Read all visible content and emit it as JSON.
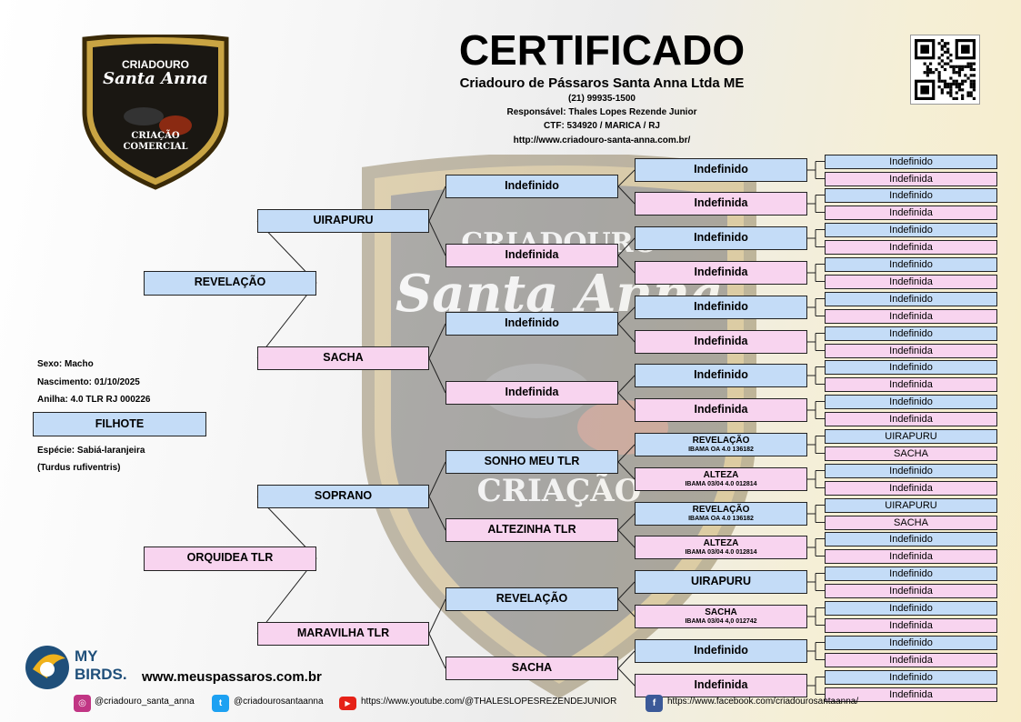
{
  "header": {
    "title": "CERTIFICADO",
    "company": "Criadouro de Pássaros Santa Anna Ltda ME",
    "phone": "(21) 99935-1500",
    "responsible": "Responsável: Thales Lopes Rezende Junior",
    "ctf": "CTF: 534920 / MARICA / RJ",
    "url": "http://www.criadouro-santa-anna.com.br/"
  },
  "logo": {
    "line1": "CRIADOURO",
    "line2": "Santa Anna",
    "line3": "CRIAÇÃO",
    "line4": "COMERCIAL"
  },
  "watermark": {
    "line1": "CRIADOURO",
    "line2": "Santa Anna",
    "line3": "CRIAÇÃO"
  },
  "bird": {
    "sexo": "Sexo: Macho",
    "nascimento": "Nascimento: 01/10/2025",
    "anilha": "Anilha: 4.0 TLR RJ 000226",
    "name": "FILHOTE",
    "especie": "Espécie: Sabiá-laranjeira",
    "cientifico": "(Turdus rufiventris)"
  },
  "pedigree": {
    "gen1": [
      "REVELAÇÃO",
      "ORQUIDEA TLR"
    ],
    "gen2": [
      "UIRAPURU",
      "SACHA",
      "SOPRANO",
      "MARAVILHA TLR"
    ],
    "gen3": [
      "Indefinido",
      "Indefinida",
      "Indefinido",
      "Indefinida",
      "SONHO MEU TLR",
      "ALTEZINHA TLR",
      "REVELAÇÃO",
      "SACHA"
    ],
    "gen4": [
      {
        "name": "Indefinido",
        "reg": ""
      },
      {
        "name": "Indefinida",
        "reg": ""
      },
      {
        "name": "Indefinido",
        "reg": ""
      },
      {
        "name": "Indefinida",
        "reg": ""
      },
      {
        "name": "Indefinido",
        "reg": ""
      },
      {
        "name": "Indefinida",
        "reg": ""
      },
      {
        "name": "Indefinido",
        "reg": ""
      },
      {
        "name": "Indefinida",
        "reg": ""
      },
      {
        "name": "REVELAÇÃO",
        "reg": "IBAMA OA 4.0 136182"
      },
      {
        "name": "ALTEZA",
        "reg": "IBAMA 03/04 4.0 012814"
      },
      {
        "name": "REVELAÇÃO",
        "reg": "IBAMA OA 4.0 136182"
      },
      {
        "name": "ALTEZA",
        "reg": "IBAMA 03/04 4.0 012814"
      },
      {
        "name": "UIRAPURU",
        "reg": ""
      },
      {
        "name": "SACHA",
        "reg": "IBAMA 03/04 4,0 012742"
      },
      {
        "name": "Indefinido",
        "reg": ""
      },
      {
        "name": "Indefinida",
        "reg": ""
      }
    ],
    "gen5": [
      "Indefinido",
      "Indefinida",
      "Indefinido",
      "Indefinida",
      "Indefinido",
      "Indefinida",
      "Indefinido",
      "Indefinida",
      "Indefinido",
      "Indefinida",
      "Indefinido",
      "Indefinida",
      "Indefinido",
      "Indefinida",
      "Indefinido",
      "Indefinida",
      "UIRAPURU",
      "SACHA",
      "Indefinido",
      "Indefinida",
      "UIRAPURU",
      "SACHA",
      "Indefinido",
      "Indefinida",
      "Indefinido",
      "Indefinida",
      "Indefinido",
      "Indefinida",
      "Indefinido",
      "Indefinida",
      "Indefinido",
      "Indefinida"
    ]
  },
  "footer": {
    "brand_my": "MY",
    "brand_birds": "BIRDS.",
    "site": "www.meuspassaros.com.br",
    "instagram": "@criadouro_santa_anna",
    "twitter": "@criadourosantaanna",
    "youtube": "https://www.youtube.com/@THALESLOPESREZENDEJUNIOR",
    "facebook": "https://www.facebook.com/criadourosantaanna/"
  },
  "colors": {
    "male": "#c4dcf7",
    "female": "#f8d4ef",
    "instagram": "#c13584",
    "twitter": "#1da1f2",
    "youtube": "#e62117",
    "facebook": "#3b5998"
  }
}
